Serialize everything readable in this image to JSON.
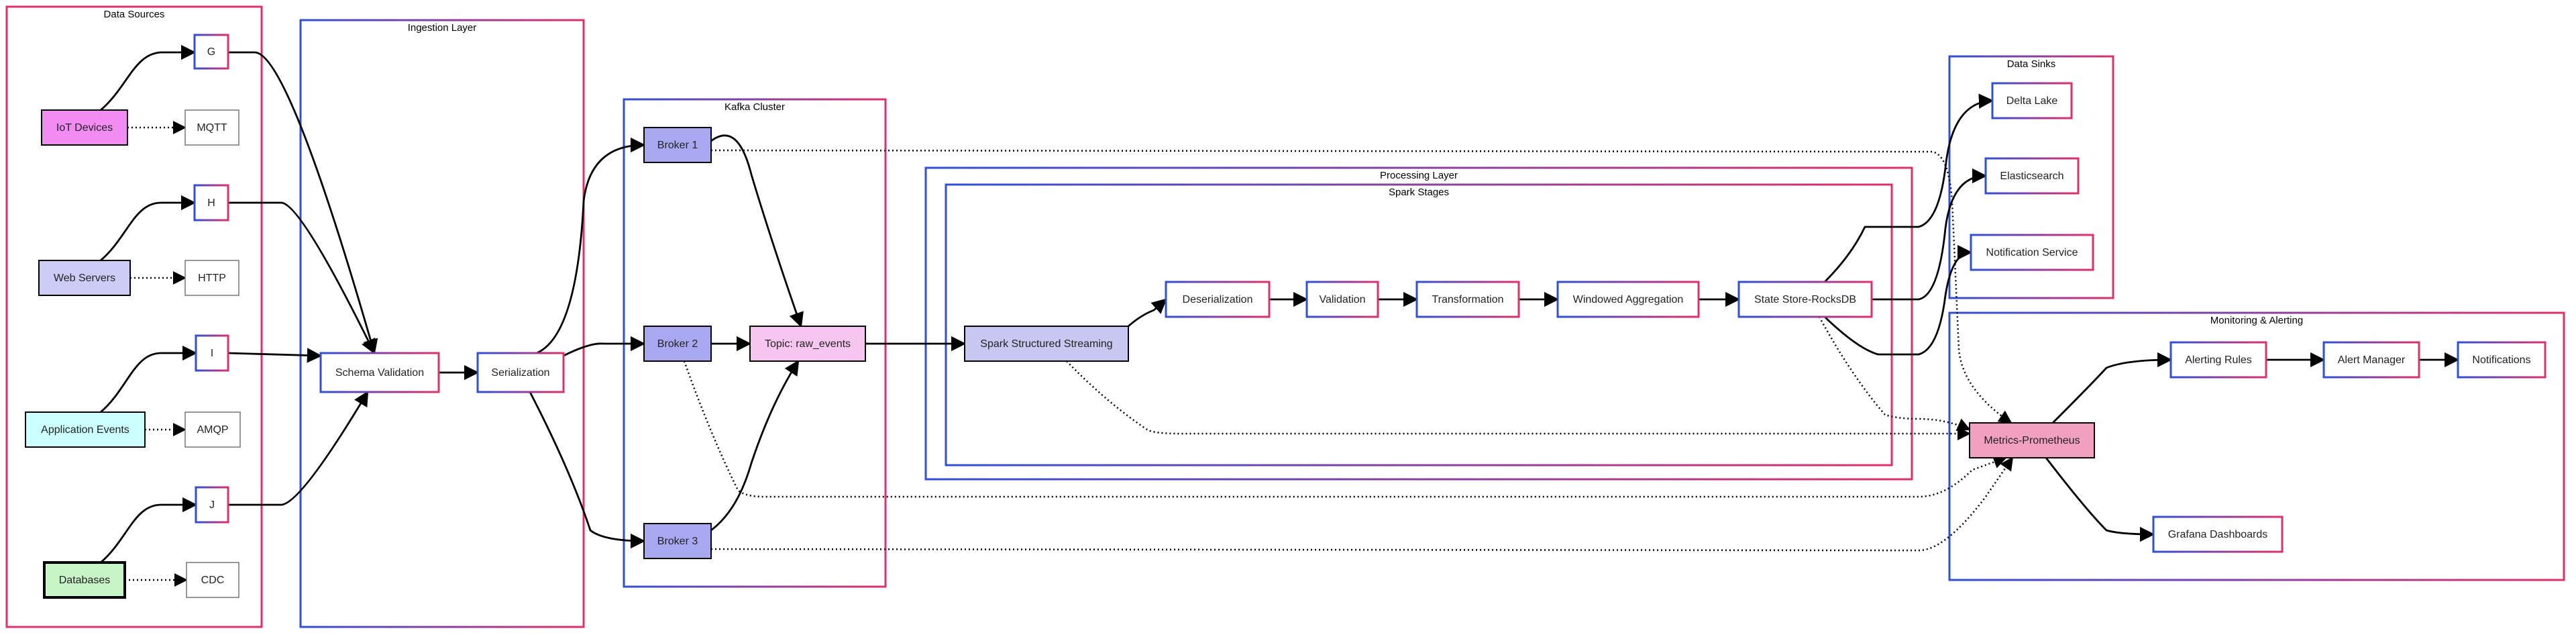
{
  "colors": {
    "border_blue": "#2f4fd6",
    "border_pink": "#e0306a",
    "iot_fill": "#f28cf2",
    "web_fill": "#ccccf7",
    "app_fill": "#ccffff",
    "db_fill": "#c8f5c8",
    "broker_fill": "#a8a8f0",
    "topic_fill": "#f7c6f0",
    "spark_fill": "#c8c8f2",
    "metrics_fill": "#f2a0c0",
    "white": "#ffffff",
    "edge": "#000000"
  },
  "clusters": [
    {
      "id": "data_sources",
      "label": "Data Sources"
    },
    {
      "id": "ingestion",
      "label": "Ingestion Layer"
    },
    {
      "id": "kafka",
      "label": "Kafka Cluster"
    },
    {
      "id": "processing",
      "label": "Processing Layer"
    },
    {
      "id": "spark",
      "label": "Spark Stages"
    },
    {
      "id": "sinks",
      "label": "Data Sinks"
    },
    {
      "id": "monitoring",
      "label": "Monitoring & Alerting"
    }
  ],
  "nodes": [
    {
      "id": "G",
      "label": "G"
    },
    {
      "id": "iot",
      "label": "IoT Devices"
    },
    {
      "id": "mqtt",
      "label": "MQTT"
    },
    {
      "id": "H",
      "label": "H"
    },
    {
      "id": "web",
      "label": "Web Servers"
    },
    {
      "id": "http",
      "label": "HTTP"
    },
    {
      "id": "I",
      "label": "I"
    },
    {
      "id": "app",
      "label": "Application Events"
    },
    {
      "id": "amqp",
      "label": "AMQP"
    },
    {
      "id": "J",
      "label": "J"
    },
    {
      "id": "db",
      "label": "Databases"
    },
    {
      "id": "cdc",
      "label": "CDC"
    },
    {
      "id": "schema",
      "label": "Schema Validation"
    },
    {
      "id": "serial",
      "label": "Serialization"
    },
    {
      "id": "b1",
      "label": "Broker 1"
    },
    {
      "id": "b2",
      "label": "Broker 2"
    },
    {
      "id": "b3",
      "label": "Broker 3"
    },
    {
      "id": "topic",
      "label": "Topic: raw_events"
    },
    {
      "id": "sss",
      "label": "Spark Structured Streaming"
    },
    {
      "id": "deser",
      "label": "Deserialization"
    },
    {
      "id": "valid",
      "label": "Validation"
    },
    {
      "id": "transf",
      "label": "Transformation"
    },
    {
      "id": "window",
      "label": "Windowed Aggregation"
    },
    {
      "id": "state",
      "label": "State Store-RocksDB"
    },
    {
      "id": "delta",
      "label": "Delta Lake"
    },
    {
      "id": "es",
      "label": "Elasticsearch"
    },
    {
      "id": "notif_svc",
      "label": "Notification Service"
    },
    {
      "id": "prom",
      "label": "Metrics-Prometheus"
    },
    {
      "id": "rules",
      "label": "Alerting Rules"
    },
    {
      "id": "am",
      "label": "Alert Manager"
    },
    {
      "id": "notifs",
      "label": "Notifications"
    },
    {
      "id": "grafana",
      "label": "Grafana Dashboards"
    }
  ],
  "edges": [
    {
      "from": "iot",
      "to": "G",
      "style": "solid"
    },
    {
      "from": "iot",
      "to": "mqtt",
      "style": "dotted"
    },
    {
      "from": "web",
      "to": "H",
      "style": "solid"
    },
    {
      "from": "web",
      "to": "http",
      "style": "dotted"
    },
    {
      "from": "app",
      "to": "I",
      "style": "solid"
    },
    {
      "from": "app",
      "to": "amqp",
      "style": "dotted"
    },
    {
      "from": "db",
      "to": "J",
      "style": "solid"
    },
    {
      "from": "db",
      "to": "cdc",
      "style": "dotted"
    },
    {
      "from": "G",
      "to": "schema",
      "style": "solid"
    },
    {
      "from": "H",
      "to": "schema",
      "style": "solid"
    },
    {
      "from": "I",
      "to": "schema",
      "style": "solid"
    },
    {
      "from": "J",
      "to": "schema",
      "style": "solid"
    },
    {
      "from": "schema",
      "to": "serial",
      "style": "solid"
    },
    {
      "from": "serial",
      "to": "b1",
      "style": "solid"
    },
    {
      "from": "serial",
      "to": "b2",
      "style": "solid"
    },
    {
      "from": "serial",
      "to": "b3",
      "style": "solid"
    },
    {
      "from": "b1",
      "to": "topic",
      "style": "solid"
    },
    {
      "from": "b2",
      "to": "topic",
      "style": "solid"
    },
    {
      "from": "b3",
      "to": "topic",
      "style": "solid"
    },
    {
      "from": "topic",
      "to": "sss",
      "style": "solid"
    },
    {
      "from": "sss",
      "to": "deser",
      "style": "solid"
    },
    {
      "from": "deser",
      "to": "valid",
      "style": "solid"
    },
    {
      "from": "valid",
      "to": "transf",
      "style": "solid"
    },
    {
      "from": "transf",
      "to": "window",
      "style": "solid"
    },
    {
      "from": "window",
      "to": "state",
      "style": "solid"
    },
    {
      "from": "state",
      "to": "delta",
      "style": "solid"
    },
    {
      "from": "state",
      "to": "es",
      "style": "solid"
    },
    {
      "from": "state",
      "to": "notif_svc",
      "style": "solid"
    },
    {
      "from": "b1",
      "to": "prom",
      "style": "dotted"
    },
    {
      "from": "b2",
      "to": "prom",
      "style": "dotted"
    },
    {
      "from": "b3",
      "to": "prom",
      "style": "dotted"
    },
    {
      "from": "sss",
      "to": "prom",
      "style": "dotted"
    },
    {
      "from": "state",
      "to": "prom",
      "style": "dotted"
    },
    {
      "from": "prom",
      "to": "rules",
      "style": "solid"
    },
    {
      "from": "rules",
      "to": "am",
      "style": "solid"
    },
    {
      "from": "am",
      "to": "notifs",
      "style": "solid"
    },
    {
      "from": "prom",
      "to": "grafana",
      "style": "solid"
    }
  ]
}
